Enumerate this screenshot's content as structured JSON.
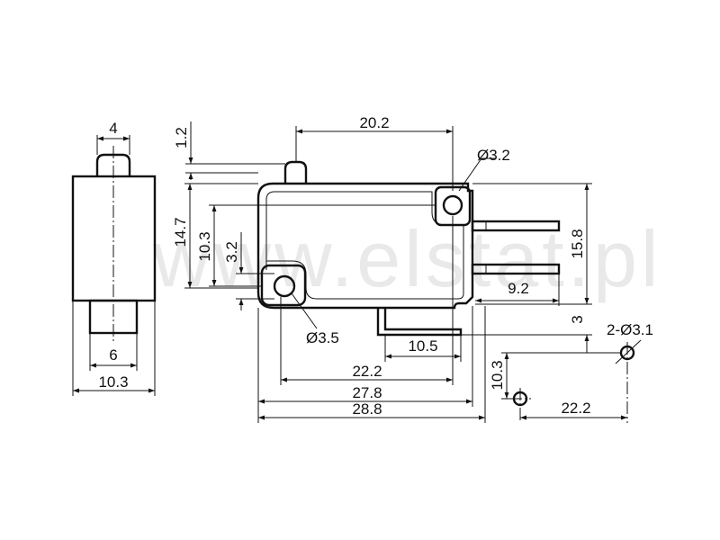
{
  "watermark": "www.elstat.pl",
  "colors": {
    "line": "#111111",
    "watermark": "#e9e9e9",
    "background": "#ffffff"
  },
  "dimensions": {
    "side_plunger_width": "4",
    "side_terminal_width": "6",
    "side_body_width": "10.3",
    "plunger_height": "1.2",
    "plunger_to_hole": "20.2",
    "hole_top_diameter": "Ø3.2",
    "body_height_left": "14.7",
    "hole_spacing_vertical": "10.3",
    "lower_hole_offset": "3.2",
    "body_height_right": "15.8",
    "terminal_length": "9.2",
    "terminal_offset": "3",
    "hole_bottom_diameter": "Ø3.5",
    "tab_width": "10.5",
    "hole_spacing": "22.2",
    "body_length": "27.8",
    "overall_length": "28.8",
    "mount_holes": "2-Ø3.1",
    "mount_vertical": "10.3",
    "mount_horizontal": "22.2"
  }
}
